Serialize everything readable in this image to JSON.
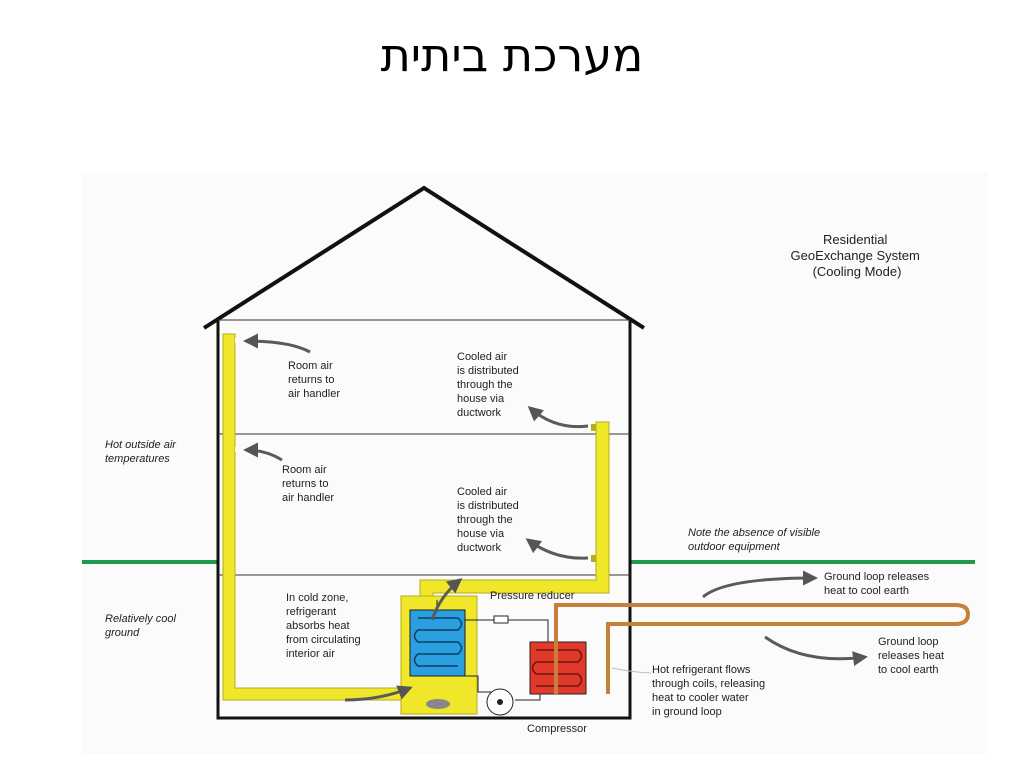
{
  "slide": {
    "title": "מערכת ביתית"
  },
  "diagram": {
    "system_title": [
      "Residential",
      "GeoExchange System",
      "(Cooling Mode)"
    ],
    "room_air_upper": [
      "Room air",
      "returns to",
      "air handler"
    ],
    "room_air_lower": [
      "Room air",
      "returns to",
      "air handler"
    ],
    "cooled_air_upper": [
      "Cooled air",
      "is distributed",
      "through the",
      "house via",
      "ductwork"
    ],
    "cooled_air_lower": [
      "Cooled air",
      "is distributed",
      "through the",
      "house via",
      "ductwork"
    ],
    "hot_outside": [
      "Hot outside air",
      "temperatures"
    ],
    "cool_ground": [
      "Relatively cool",
      "ground"
    ],
    "note_absence": [
      "Note the absence of visible",
      "outdoor equipment"
    ],
    "cold_zone": [
      "In cold zone,",
      "refrigerant",
      "absorbs heat",
      "from circulating",
      "interior air"
    ],
    "pressure_reducer": "Pressure reducer",
    "compressor": "Compressor",
    "hot_refrigerant": [
      "Hot refrigerant flows",
      "through coils, releasing",
      "heat to cooler water",
      "in ground loop"
    ],
    "ground_loop_upper": [
      "Ground loop releases",
      "heat to cool earth"
    ],
    "ground_loop_lower": [
      "Ground loop",
      "releases heat",
      "to cool earth"
    ],
    "colors": {
      "duct": "#f0e62a",
      "duct_edge": "#b5ad1e",
      "ground_line": "#1f9a4a",
      "loop": "#c87f3c",
      "cold_coil": "#2a9fe0",
      "hot_coil": "#e23a2a",
      "arrow": "#5a5a5a"
    }
  }
}
